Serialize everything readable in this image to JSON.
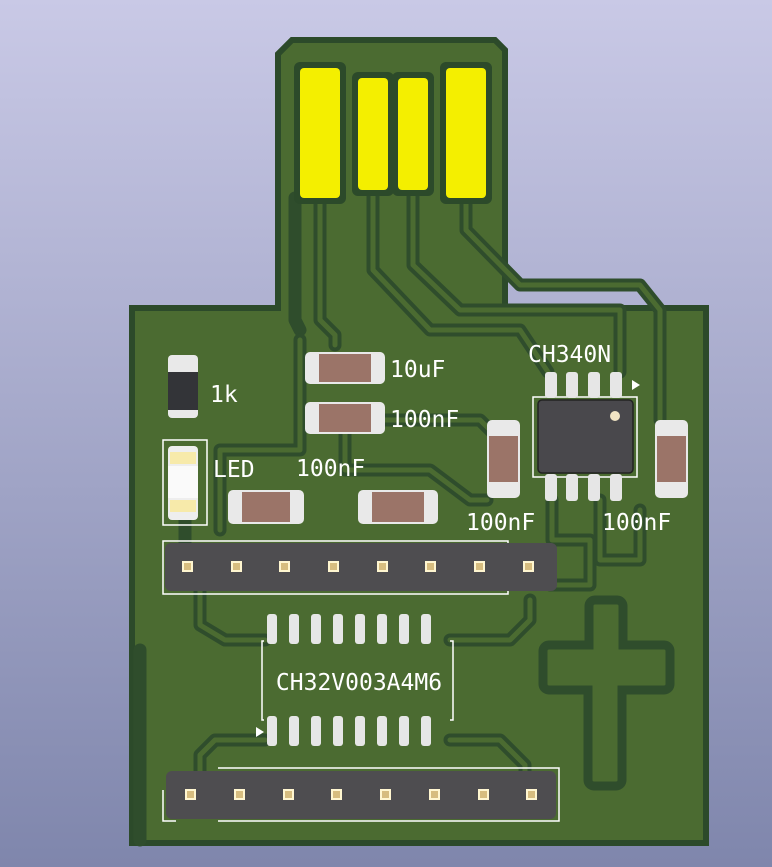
{
  "viewer": {
    "board_colors": {
      "solder_mask": "#4b6b31",
      "outline": "#2c4a2a",
      "gold_fingers": "#f4ef00",
      "silkscreen": "#ffffff"
    },
    "labels": {
      "resistor": "1k",
      "led": "LED",
      "cap_10uf": "10uF",
      "cap_100nf_a": "100nF",
      "cap_100nf_b": "100nF",
      "usb_ic": "CH340N",
      "cap_100nf_c": "100nF",
      "cap_100nf_d": "100nF",
      "mcu": "CH32V003A4M6"
    }
  }
}
